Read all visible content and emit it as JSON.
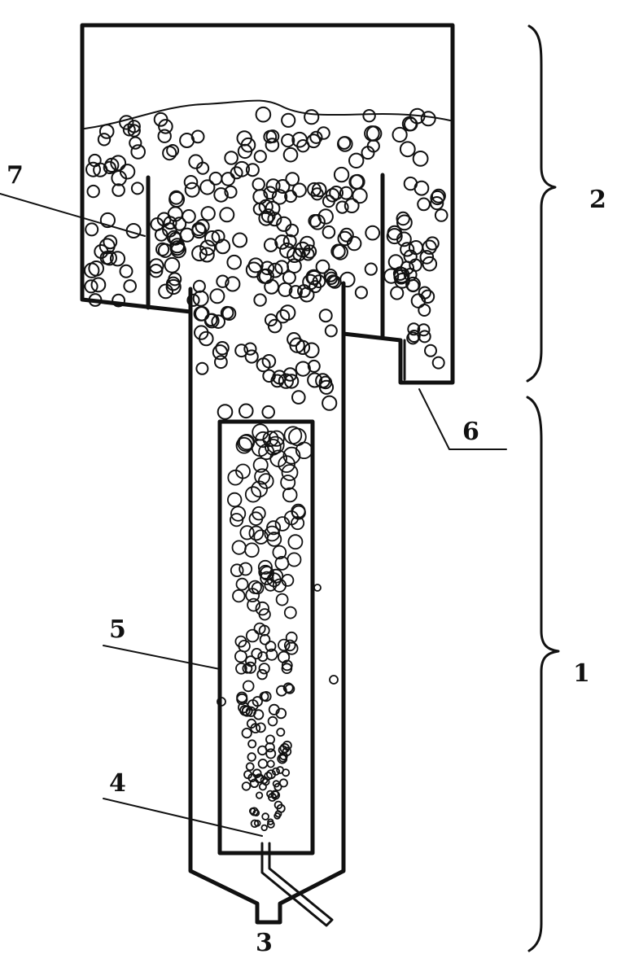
{
  "labels": {
    "l1": "1",
    "l2": "2",
    "l3": "3",
    "l4": "4",
    "l5": "5",
    "l6": "6",
    "l7": "7"
  },
  "colors": {
    "ink": "#111111",
    "background": "#ffffff"
  }
}
